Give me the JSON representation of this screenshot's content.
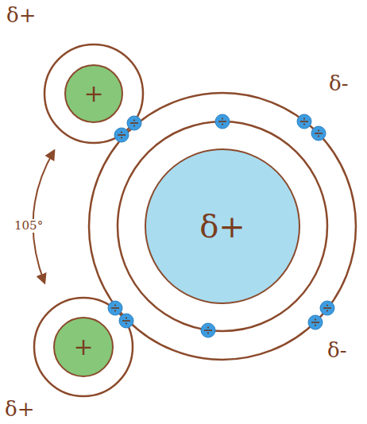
{
  "diagram": {
    "nodes": [
      {
        "text": [
          "+"
        ]
      },
      {
        "text": [
          "δ+"
        ]
      },
      {
        "text": [
          "+"
        ]
      }
    ],
    "labels": [
      "δ+",
      "δ-",
      "105°",
      "δ+",
      "δ-"
    ]
  }
}
